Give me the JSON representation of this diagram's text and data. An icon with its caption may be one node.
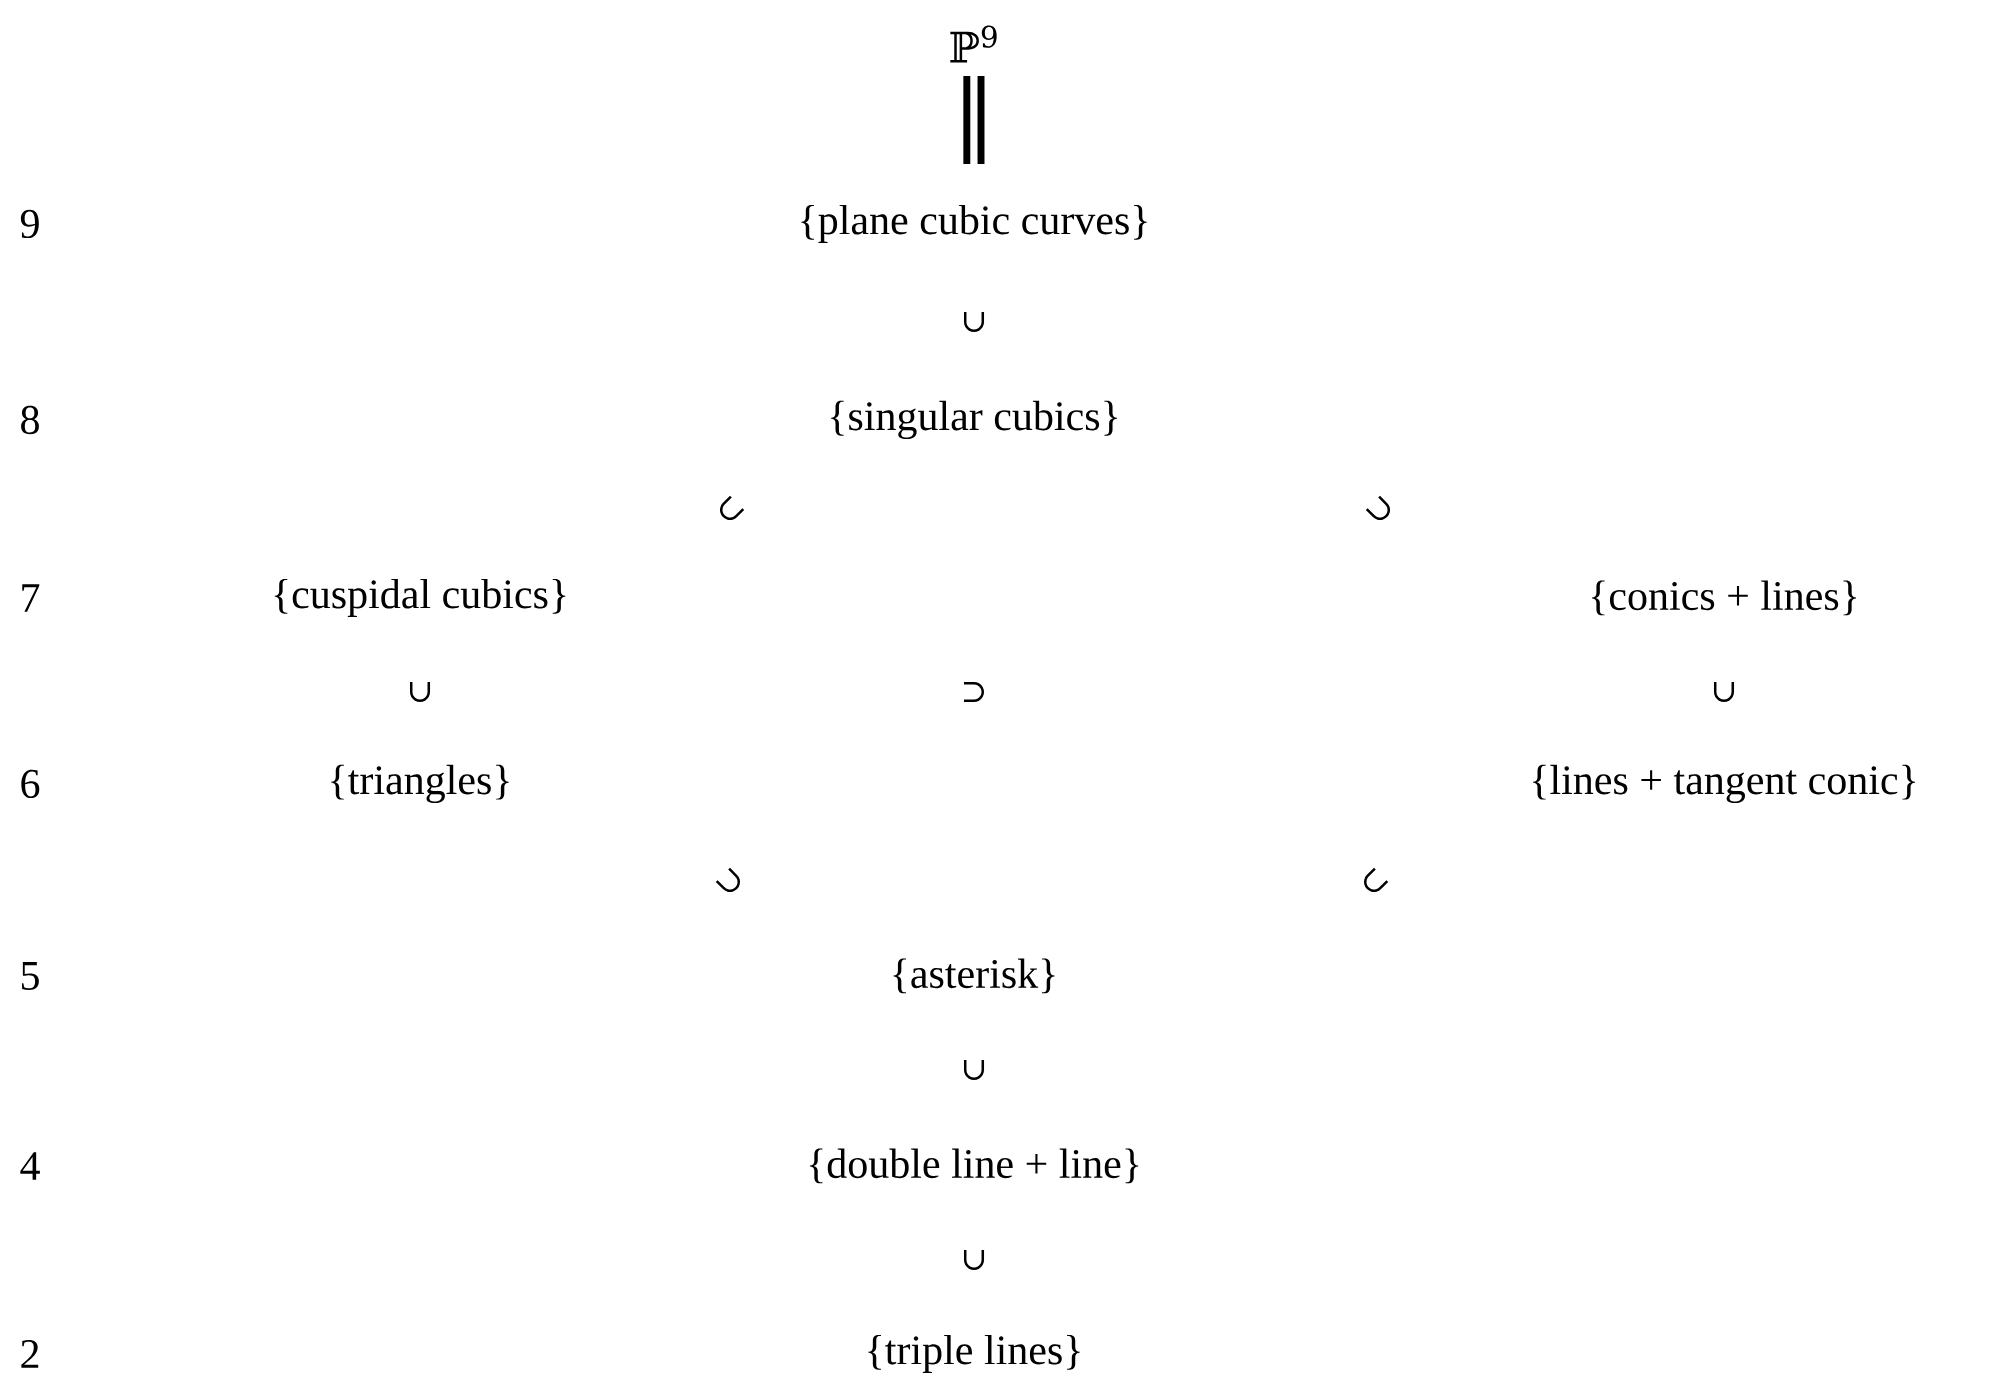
{
  "diagram": {
    "nodes": [
      {
        "text": [
          "ℙ$^{9}$"
        ]
      },
      {
        "text": [
          "{plane cubic curves}"
        ]
      },
      {
        "text": [
          "{singular cubics}"
        ]
      },
      {
        "text": [
          "{cuspidal cubics}"
        ]
      },
      {
        "text": [
          "{conics + lines}"
        ]
      },
      {
        "text": [
          "{triangles}"
        ]
      },
      {
        "text": [
          "{lines + tangent conic}"
        ]
      },
      {
        "text": [
          "{asterisk}"
        ]
      },
      {
        "text": [
          "{double line + line}"
        ]
      },
      {
        "text": [
          "{triple lines}"
        ]
      }
    ],
    "labels": [
      "‖",
      "9",
      "∪",
      "8",
      "⊂",
      "⊃",
      "7",
      "∪",
      "⊃",
      "∪",
      "6",
      "⊃",
      "⊂",
      "5",
      "∪",
      "4",
      "∪",
      "2"
    ]
  }
}
